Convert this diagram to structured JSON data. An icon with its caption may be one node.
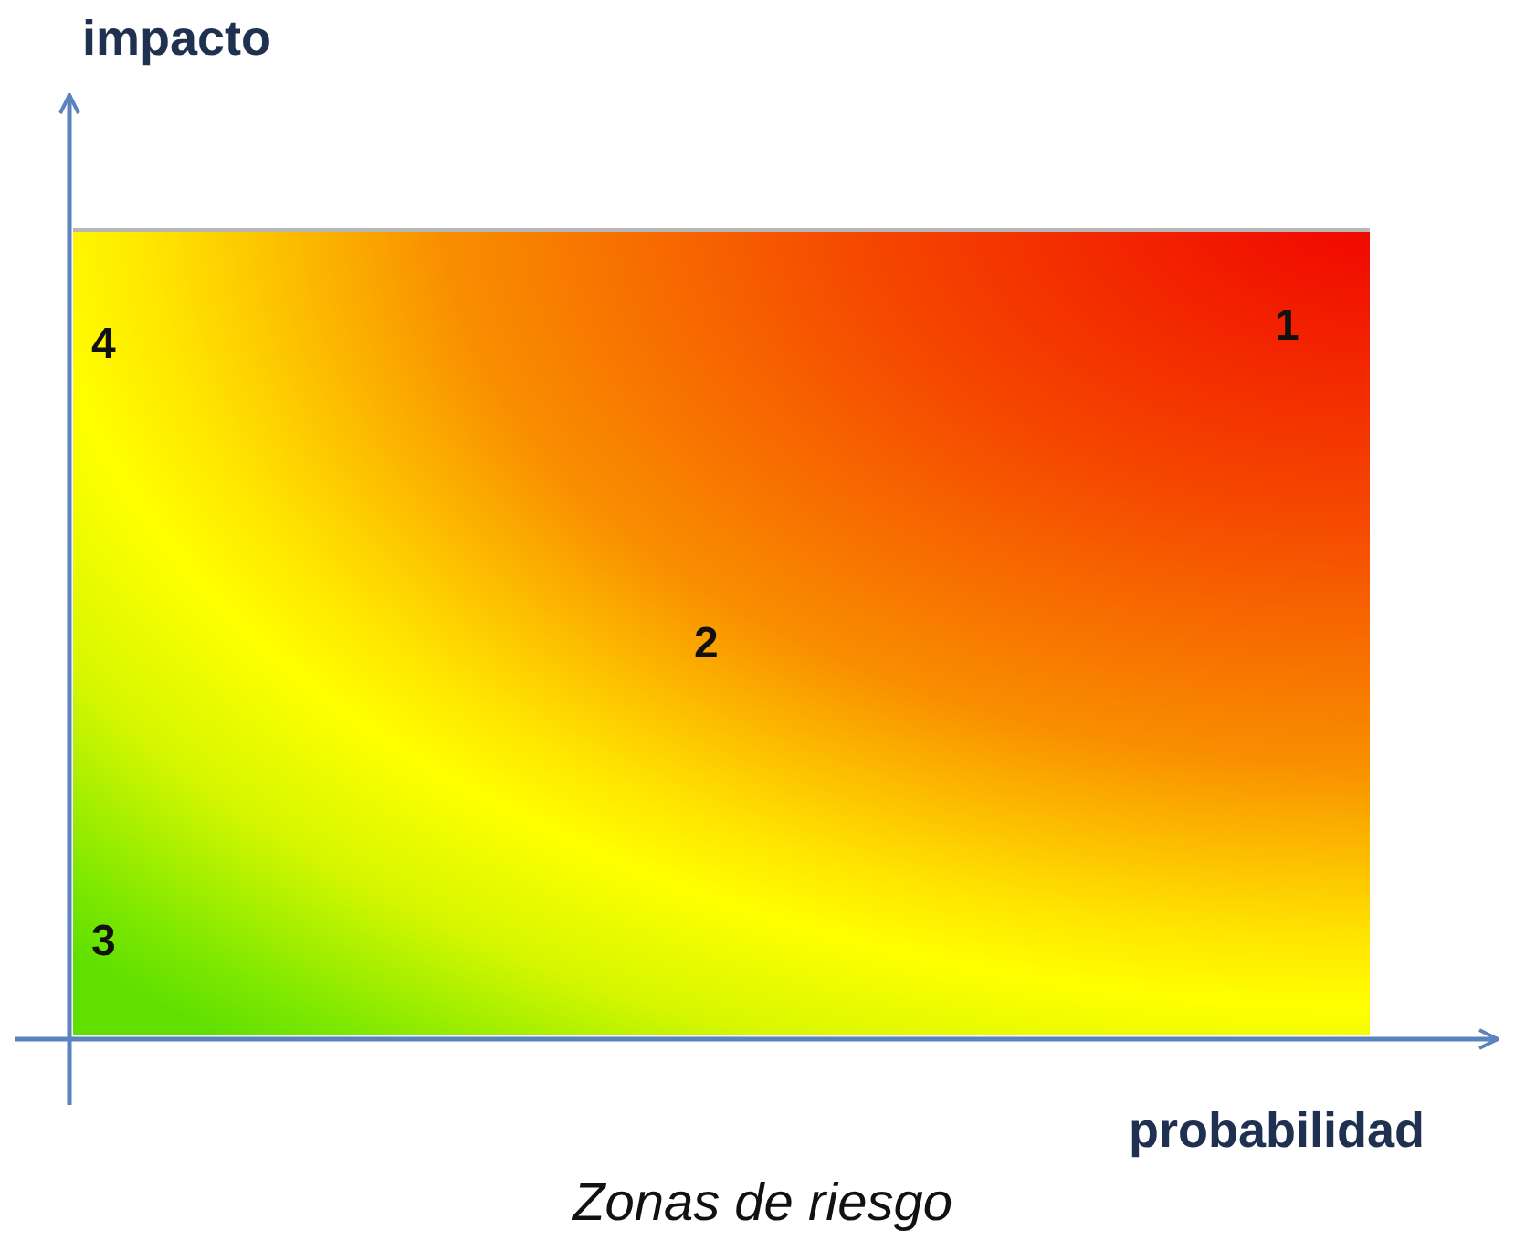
{
  "diagram": {
    "caption": "Zonas de riesgo",
    "nodes": [
      {
        "text": [
          "4",
          "1",
          "2",
          "3"
        ]
      }
    ],
    "labels": [
      "impacto",
      "probabilidad"
    ]
  }
}
